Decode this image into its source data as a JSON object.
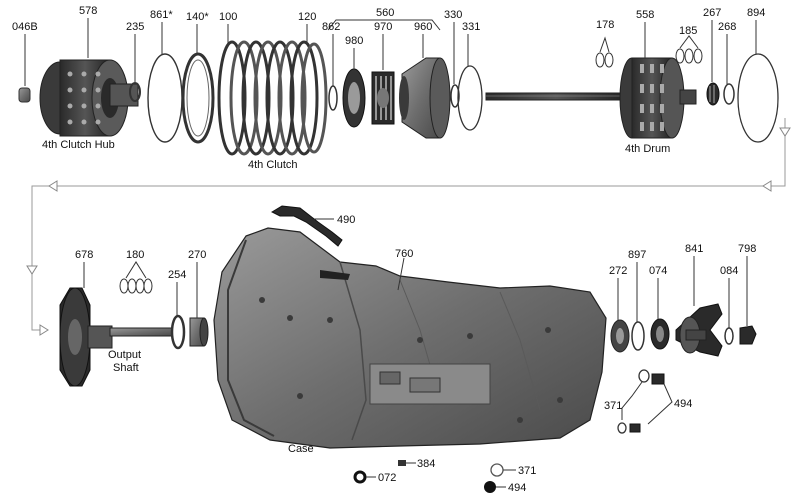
{
  "part_numbers": {
    "p046B": "046B",
    "p578": "578",
    "p235": "235",
    "p861": "861*",
    "p140": "140*",
    "p100": "100",
    "p120": "120",
    "p560": "560",
    "p862": "862",
    "p980": "980",
    "p970": "970",
    "p960": "960",
    "p330": "330",
    "p331": "331",
    "p178": "178",
    "p558": "558",
    "p185": "185",
    "p267": "267",
    "p268": "268",
    "p894": "894",
    "p490": "490",
    "p760": "760",
    "p678": "678",
    "p180": "180",
    "p254": "254",
    "p270": "270",
    "p272": "272",
    "p897": "897",
    "p074": "074",
    "p841": "841",
    "p084": "084",
    "p798": "798",
    "p371a": "371",
    "p494a": "494",
    "p384": "384",
    "p072": "072",
    "p371b": "371",
    "p494b": "494"
  },
  "captions": {
    "clutch_hub": "4th Clutch Hub",
    "clutch": "4th Clutch",
    "drum": "4th Drum",
    "output_shaft_line1": "Output",
    "output_shaft_line2": "Shaft",
    "case": "Case"
  }
}
